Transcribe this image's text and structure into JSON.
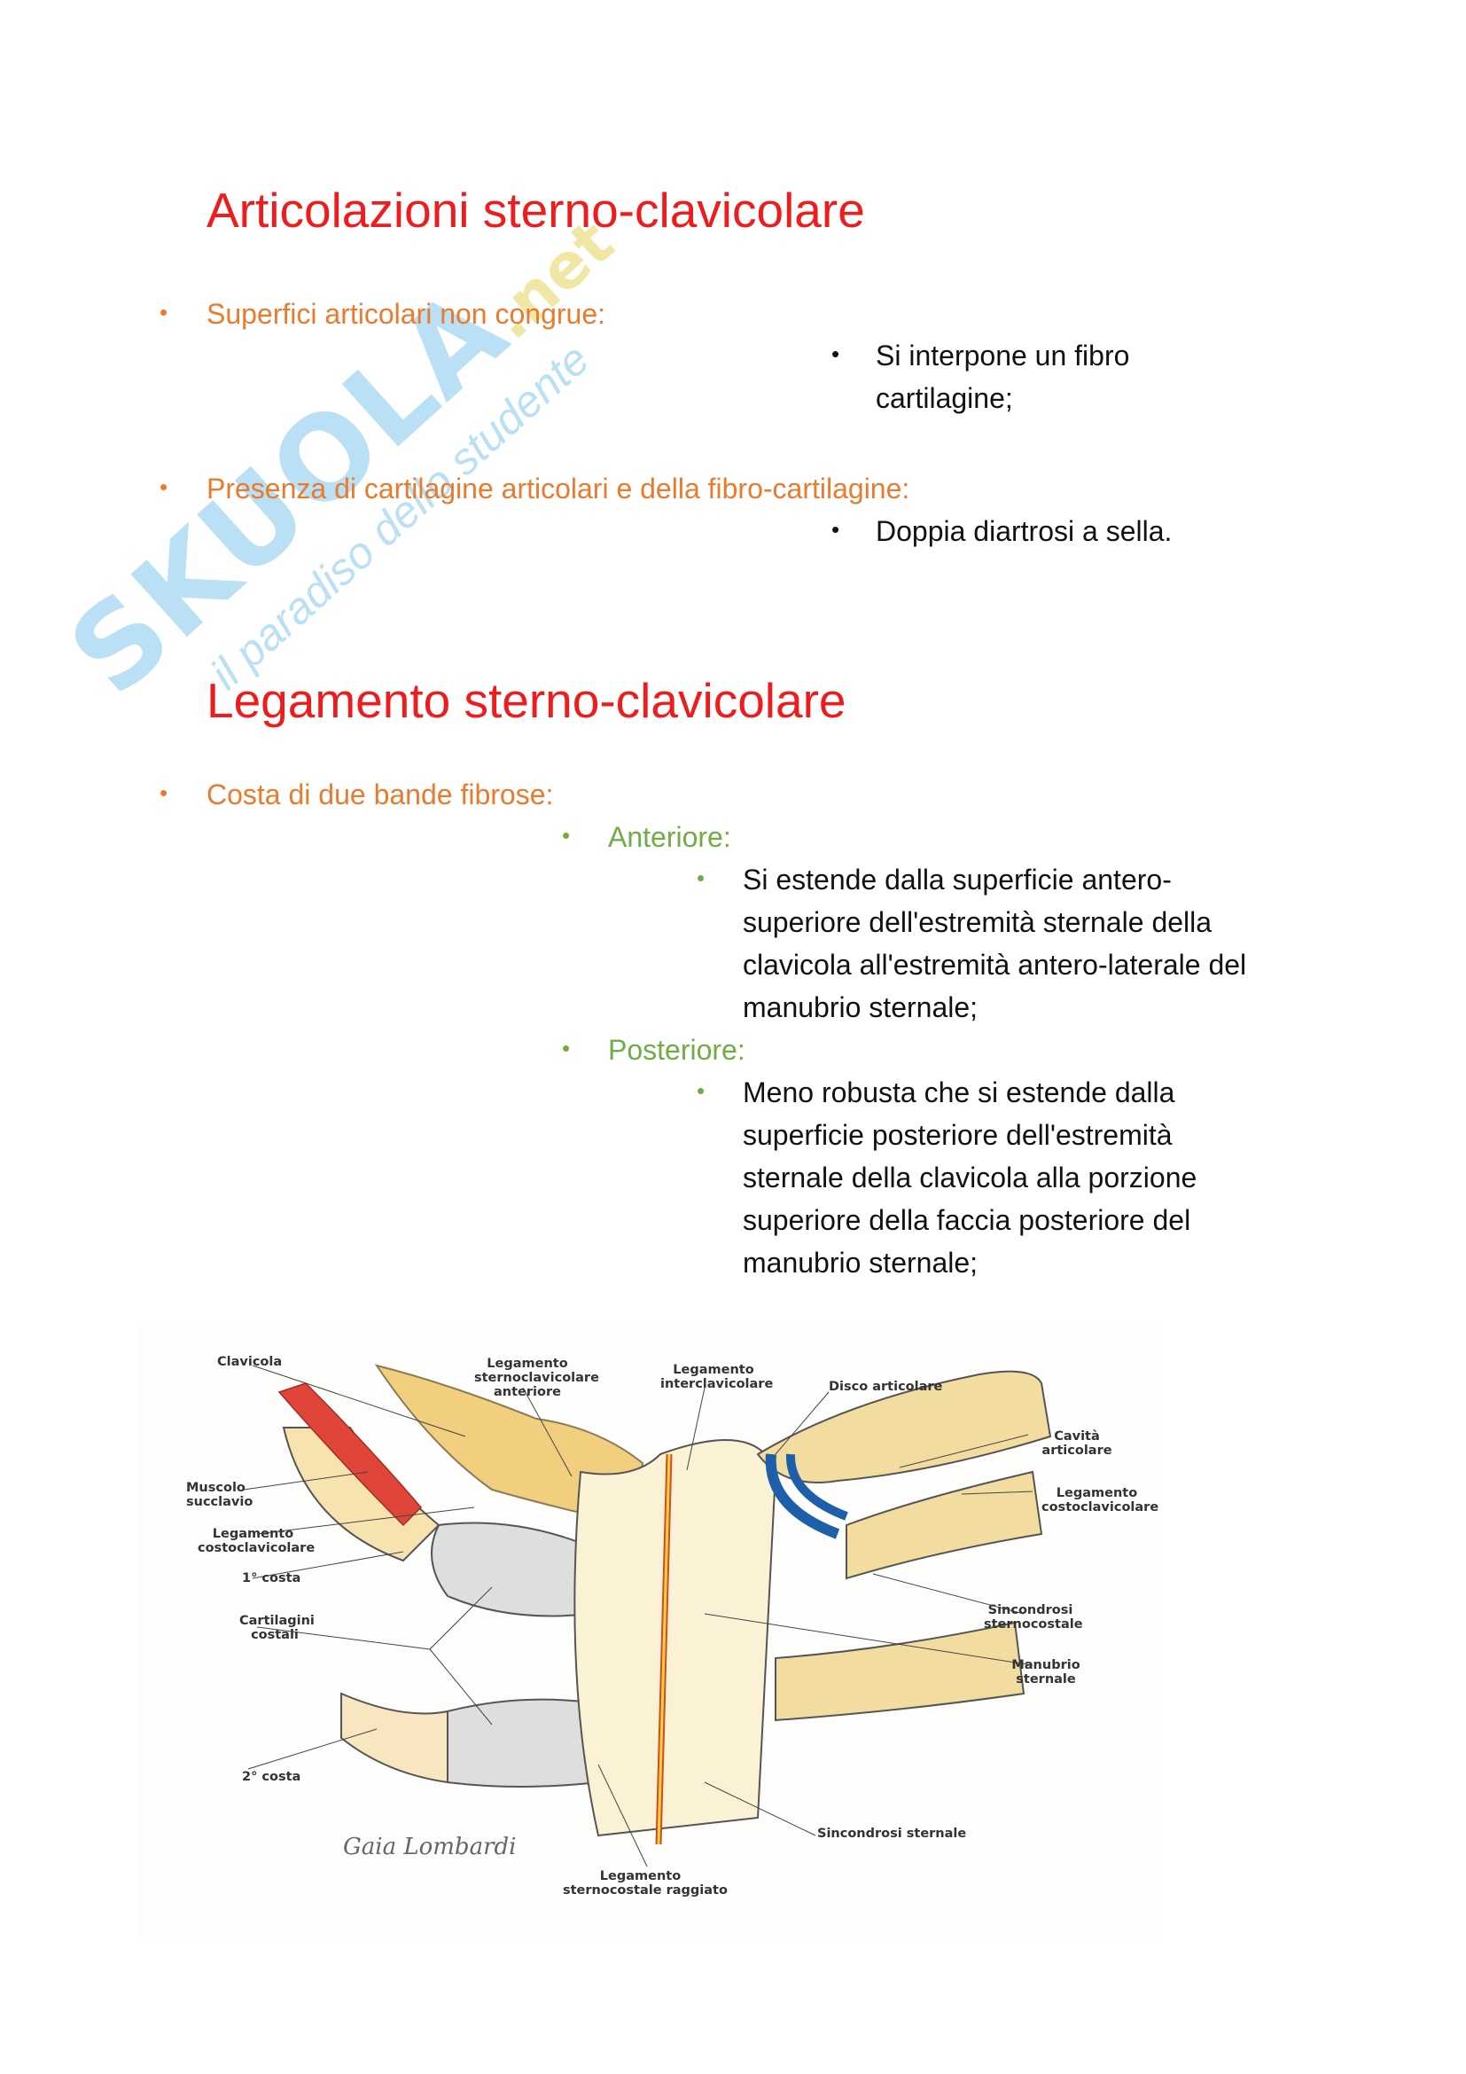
{
  "watermark": {
    "brand": "SKUOLA",
    "domain": ".net",
    "tagline": "il paradiso dello studente"
  },
  "section1": {
    "title": "Articolazioni sterno-clavicolare",
    "items": [
      {
        "label": "Superfici articolari non congrue:",
        "sub": [
          "Si interpone  un fibro",
          "cartilagine;"
        ]
      },
      {
        "label": "Presenza di cartilagine articolari e della fibro-cartilagine:",
        "sub": [
          "Doppia diartrosi a sella."
        ]
      }
    ]
  },
  "section2": {
    "title": "Legamento sterno-clavicolare",
    "item": "Costa di due bande fibrose:",
    "bands": [
      {
        "label": "Anteriore:",
        "lines": [
          "Si estende dalla superficie antero-",
          "superiore dell'estremità sternale della",
          "clavicola all'estremità antero-laterale del",
          "manubrio sternale;"
        ]
      },
      {
        "label": "Posteriore:",
        "lines": [
          "Meno robusta che si estende dalla",
          "superficie posteriore dell'estremità",
          "sternale della clavicola alla porzione",
          "superiore della faccia posteriore del",
          "manubrio sternale;"
        ]
      }
    ]
  },
  "bullet_char": "•",
  "figure": {
    "labels": {
      "clavicola": "Clavicola",
      "lsca": [
        "Legamento",
        "sternoclavicolare",
        "anteriore"
      ],
      "lic": [
        "Legamento",
        "interclavicolare"
      ],
      "disco": "Disco articolare",
      "cavita": [
        "Cavità",
        "articolare"
      ],
      "lcc_right": [
        "Legamento",
        "costoclavicolare"
      ],
      "muscolo": [
        "Muscolo",
        "succlavio"
      ],
      "lcc_left": [
        "Legamento",
        "costoclavicolare"
      ],
      "costa1": "1° costa",
      "cartilagini": [
        "Cartilagini",
        "costali"
      ],
      "sinc_sc": [
        "Sincondrosi",
        "sternocostale"
      ],
      "manubrio": [
        "Manubrio",
        "sternale"
      ],
      "costa2": "2° costa",
      "sinc_st": "Sincondrosi sternale",
      "lscr": [
        "Legamento",
        "sternocostale raggiato"
      ]
    },
    "signature": "Gaia Lombardi",
    "colors": {
      "bone": "#f3d27a",
      "muscle": "#e0453a",
      "disc": "#1d5fa8",
      "cartilage": "#dcdcdc"
    }
  }
}
